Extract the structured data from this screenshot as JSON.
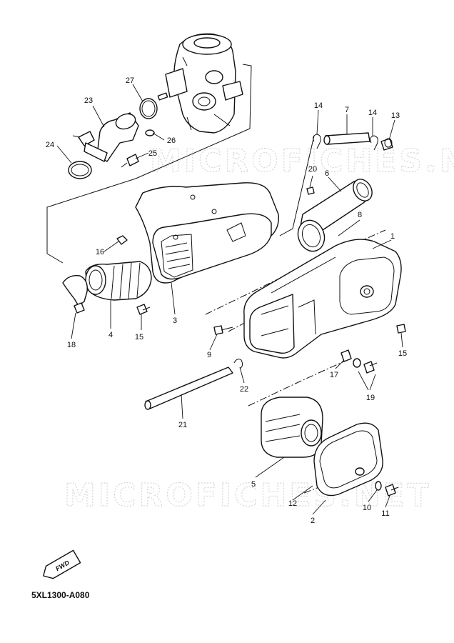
{
  "diagram_code": "5XL1300-A080",
  "watermark_text": "MICROFICHES.NET",
  "fwd_label": "FWD",
  "callouts": {
    "c1": "1",
    "c2": "2",
    "c3": "3",
    "c4": "4",
    "c5": "5",
    "c6": "6",
    "c7": "7",
    "c8": "8",
    "c9": "9",
    "c10": "10",
    "c11": "11",
    "c12": "12",
    "c13": "13",
    "c14a": "14",
    "c14b": "14",
    "c15a": "15",
    "c15b": "15",
    "c16": "16",
    "c17": "17",
    "c18": "18",
    "c19": "19",
    "c20": "20",
    "c21": "21",
    "c22": "22",
    "c23": "23",
    "c24": "24",
    "c25": "25",
    "c26": "26",
    "c27": "27"
  }
}
